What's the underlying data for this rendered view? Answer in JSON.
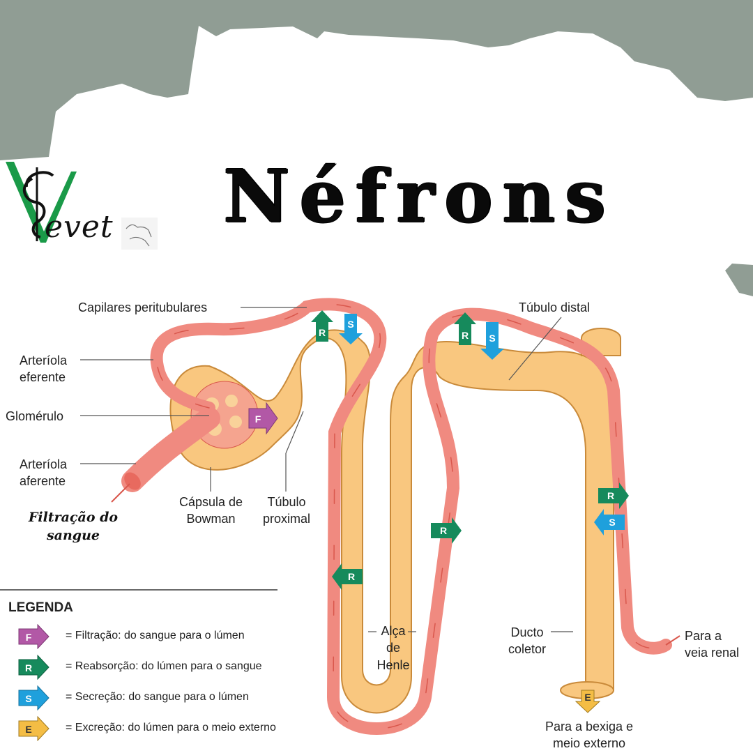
{
  "header": {
    "title": "Néfrons",
    "logo_text": "evet",
    "logo_initial": "V",
    "background_color": "#909d94"
  },
  "diagram": {
    "labels": {
      "capilares": "Capilares peritubulares",
      "arteriola_eferente_1": "Arteríola",
      "arteriola_eferente_2": "eferente",
      "glomerulo": "Glomérulo",
      "arteriola_aferente_1": "Arteríola",
      "arteriola_aferente_2": "aferente",
      "capsula_1": "Cápsula de",
      "capsula_2": "Bowman",
      "tubulo_proximal_1": "Túbulo",
      "tubulo_proximal_2": "proximal",
      "tubulo_distal": "Túbulo distal",
      "alca_1": "Alça",
      "alca_2": "de",
      "alca_3": "Henle",
      "ducto_1": "Ducto",
      "ducto_2": "coletor",
      "veia_1": "Para a",
      "veia_2": "veia renal",
      "bexiga_1": "Para a bexiga e",
      "bexiga_2": "meio externo"
    },
    "annotation": {
      "line1": "Filtração do",
      "line2": "sangue"
    },
    "arrow_letters": {
      "filtration": "F",
      "reabsorption": "R",
      "secretion": "S",
      "excretion": "E"
    },
    "colors": {
      "tubule": "#f9c77f",
      "tubule_outline": "#c98a3a",
      "vessel": "#f08a80",
      "vessel_dark": "#d9574c",
      "filtration": "#b258a6",
      "reabsorption": "#168a5c",
      "secretion": "#1fa0dc",
      "excretion": "#f4bd45"
    }
  },
  "legend": {
    "title": "LEGENDA",
    "items": [
      {
        "letter": "F",
        "color": "#b258a6",
        "text": "= Filtração: do sangue para o lúmen"
      },
      {
        "letter": "R",
        "color": "#168a5c",
        "text": "= Reabsorção: do lúmen para o sangue"
      },
      {
        "letter": "S",
        "color": "#1fa0dc",
        "text": "= Secreção: do sangue para o lúmen"
      },
      {
        "letter": "E",
        "color": "#f4bd45",
        "text": "= Excreção: do lúmen para o meio externo"
      }
    ]
  }
}
